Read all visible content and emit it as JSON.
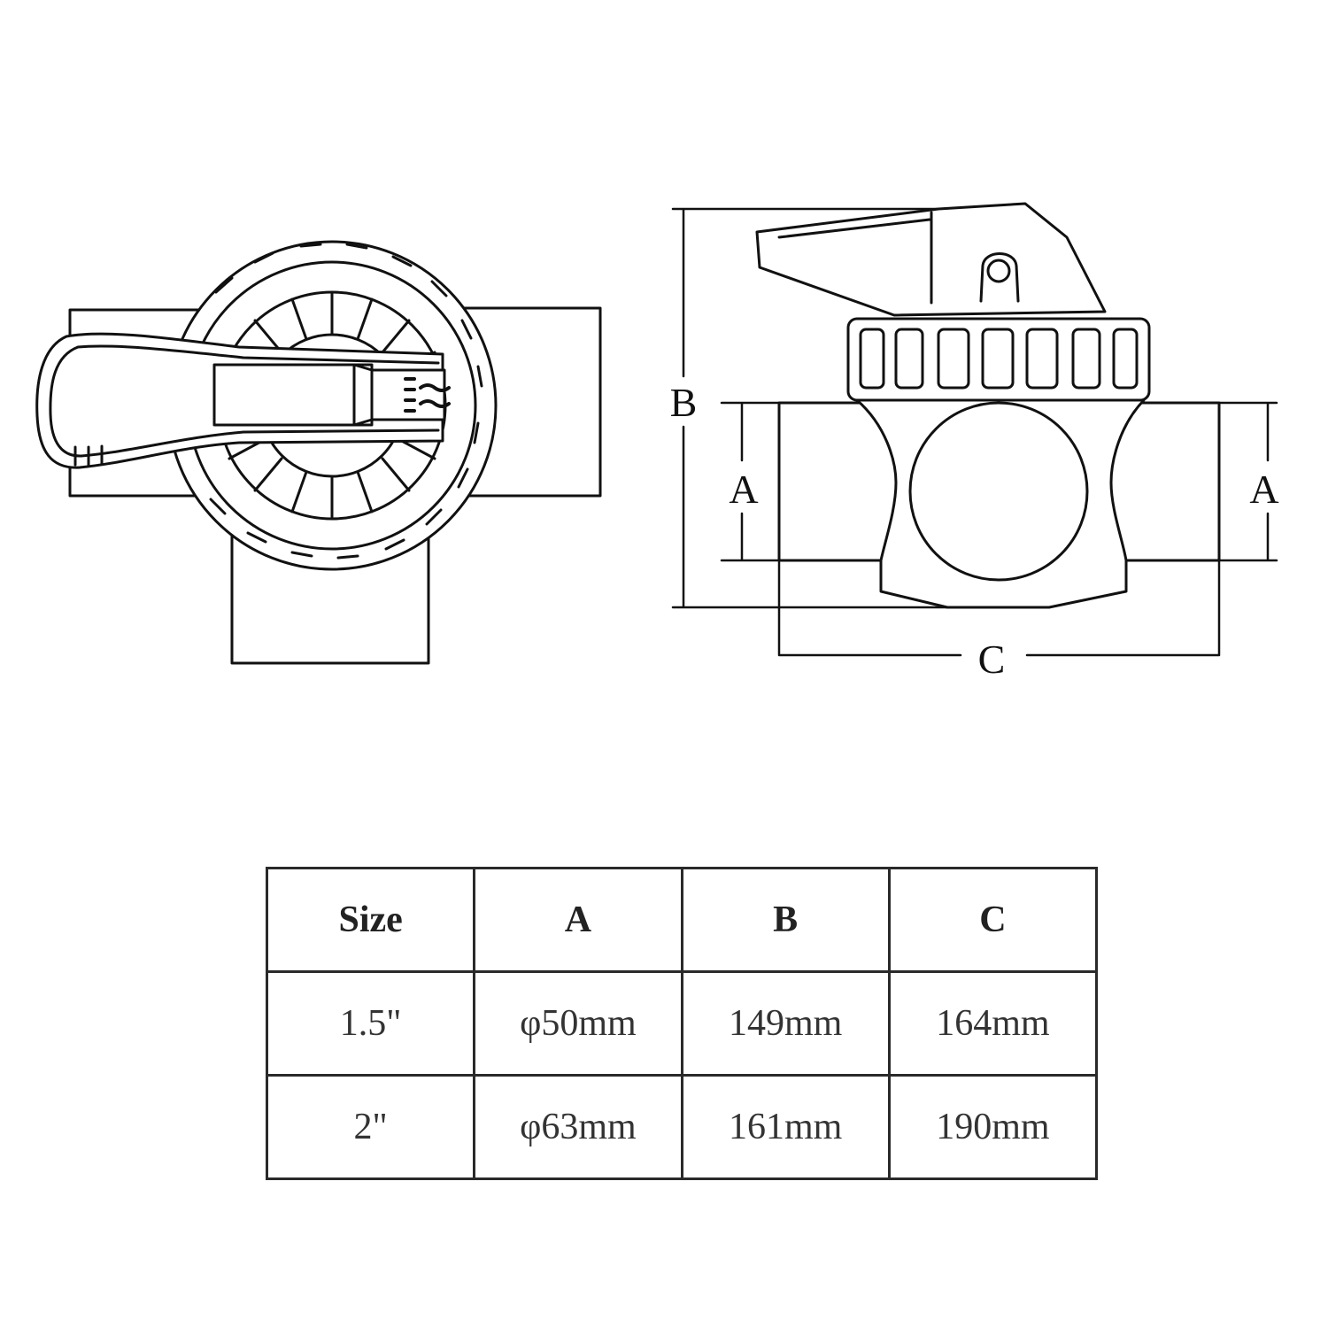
{
  "diagram": {
    "labels": {
      "a_left": "A",
      "a_right": "A",
      "b": "B",
      "c": "C"
    }
  },
  "table": {
    "headers": [
      "Size",
      "A",
      "B",
      "C"
    ],
    "rows": [
      [
        "1.5\"",
        "φ50mm",
        "149mm",
        "164mm"
      ],
      [
        "2\"",
        "φ63mm",
        "161mm",
        "190mm"
      ]
    ]
  }
}
